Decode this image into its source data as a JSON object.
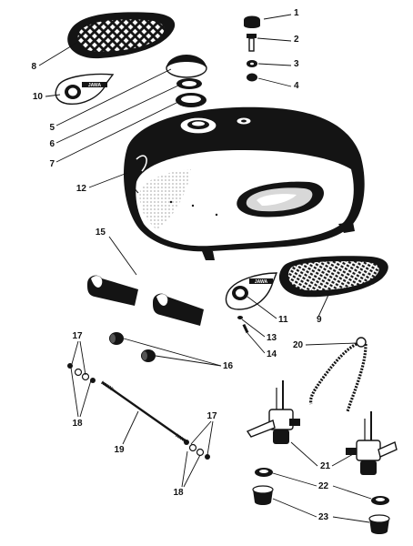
{
  "callouts": [
    {
      "n": "1"
    },
    {
      "n": "2"
    },
    {
      "n": "3"
    },
    {
      "n": "4"
    },
    {
      "n": "5"
    },
    {
      "n": "6"
    },
    {
      "n": "7"
    },
    {
      "n": "8"
    },
    {
      "n": "10"
    },
    {
      "n": "12"
    },
    {
      "n": "15"
    },
    {
      "n": "11"
    },
    {
      "n": "9"
    },
    {
      "n": "13"
    },
    {
      "n": "14"
    },
    {
      "n": "20"
    },
    {
      "n": "17"
    },
    {
      "n": "16"
    },
    {
      "n": "18"
    },
    {
      "n": "19"
    },
    {
      "n": "17"
    },
    {
      "n": "21"
    },
    {
      "n": "18"
    },
    {
      "n": "22"
    },
    {
      "n": "23"
    }
  ],
  "badges": {
    "left_text": "JAWA",
    "right_text": "JAWA"
  },
  "colors": {
    "ink": "#141414",
    "paper": "#ffffff"
  }
}
